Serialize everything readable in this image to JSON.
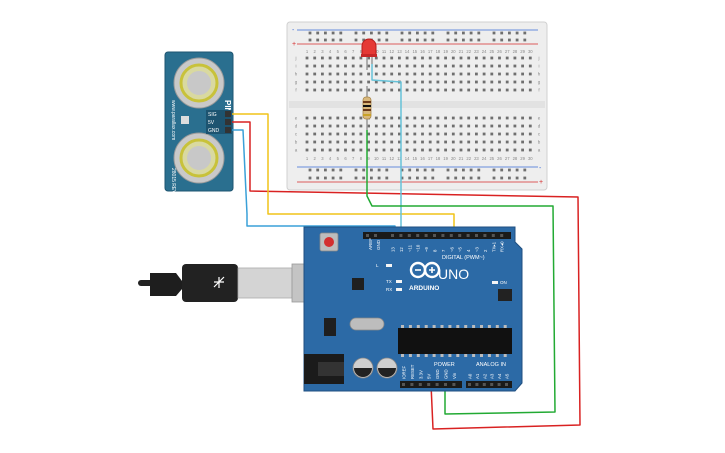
{
  "colors": {
    "arduino_board": "#2c6aa6",
    "arduino_dark": "#1f4f80",
    "sensor_board": "#2a6f8f",
    "breadboard": "#eeeeee",
    "wire_red": "#d92222",
    "wire_green": "#22aa33",
    "wire_yellow": "#f0c419",
    "wire_blue": "#3aa0d8",
    "wire_cyan": "#66c2d8",
    "led_red": "#e53935"
  },
  "breadboard": {
    "columns": [
      "1",
      "2",
      "3",
      "4",
      "5",
      "6",
      "7",
      "8",
      "9",
      "10",
      "11",
      "12",
      "13",
      "14",
      "15",
      "16",
      "17",
      "18",
      "19",
      "20",
      "21",
      "22",
      "23",
      "24",
      "25",
      "26",
      "27",
      "28",
      "29",
      "30"
    ],
    "rows_top": [
      "j",
      "i",
      "h",
      "g",
      "f"
    ],
    "rows_bottom": [
      "e",
      "d",
      "c",
      "b",
      "a"
    ],
    "rail_plus": "+",
    "rail_minus": "-"
  },
  "sensor": {
    "model": "PING)))",
    "website": "www.parallax.com",
    "revision": "28015 REV C",
    "pin_sig": "SIG",
    "pin_5v": "5V",
    "pin_gnd": "GND"
  },
  "arduino": {
    "brand": "ARDUINO",
    "model": "UNO",
    "digital_label": "DIGITAL (PWM~)",
    "power_label": "POWER",
    "analog_label": "ANALOG IN",
    "aref": "AREF",
    "gnd": "GND",
    "digital_pins": [
      "13",
      "12",
      "~11",
      "~10",
      "~9",
      "8",
      "7",
      "~6",
      "~5",
      "4",
      "~3",
      "2",
      "TX▸1",
      "RX◂0"
    ],
    "power_pins": [
      "IOREF",
      "RESET",
      "3.3V",
      "5V",
      "GND",
      "GND",
      "Vin"
    ],
    "analog_pins": [
      "A0",
      "A1",
      "A2",
      "A3",
      "A4",
      "A5"
    ],
    "led_l": "L",
    "led_tx": "TX",
    "led_rx": "RX",
    "led_on": "ON"
  }
}
